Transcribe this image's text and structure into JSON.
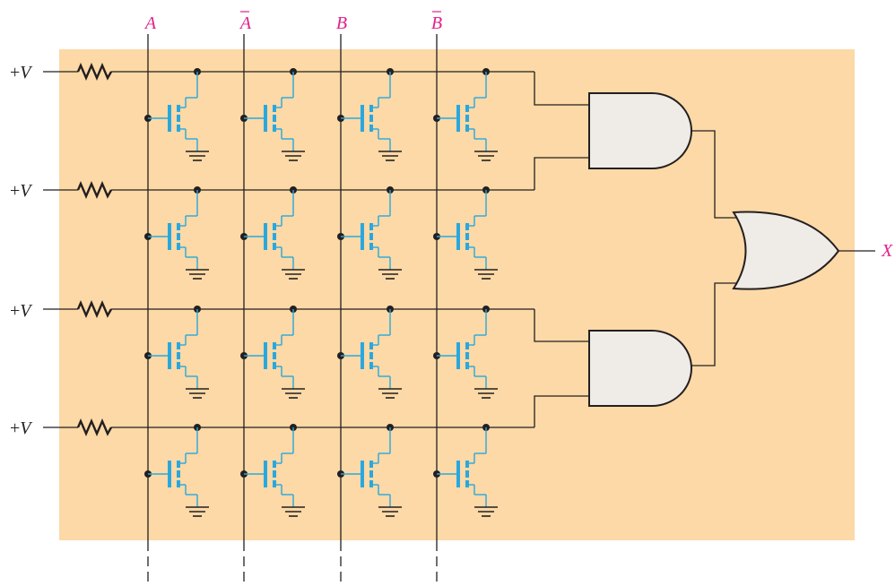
{
  "inputs": [
    {
      "name": "A",
      "inverted": false
    },
    {
      "name": "A",
      "inverted": true
    },
    {
      "name": "B",
      "inverted": false
    },
    {
      "name": "B",
      "inverted": true
    }
  ],
  "supply": {
    "prefix": "+",
    "symbol": "V"
  },
  "output": {
    "name": "X"
  },
  "colors": {
    "panel": "#fcd9a6",
    "label": "#e0218a",
    "transistor": "#29a8df",
    "gate_fill": "#efebe6",
    "wire": "#231f20"
  },
  "icons": [
    "resistor-icon",
    "mosfet-icon",
    "ground-icon",
    "and-gate-icon",
    "or-gate-icon"
  ]
}
